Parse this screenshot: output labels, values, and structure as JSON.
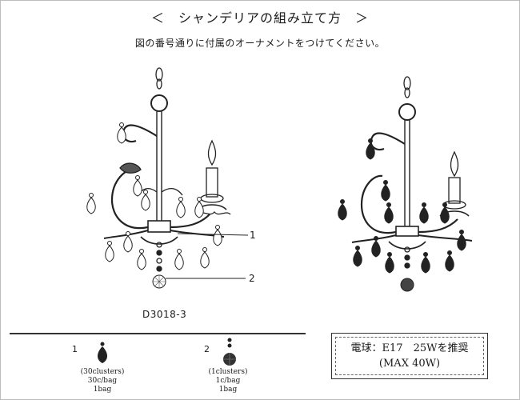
{
  "title": "＜　シャンデリアの組み立て方　＞",
  "subtitle": "図の番号通りに付属のオーナメントをつけてください。",
  "model_number": "D3018-3",
  "callouts": [
    "1",
    "2"
  ],
  "parts": [
    {
      "number": "1",
      "lines": [
        "(30clusters)",
        "30c/bag",
        "1bag"
      ]
    },
    {
      "number": "2",
      "lines": [
        "(1clusters)",
        "1c/bag",
        "1bag"
      ]
    }
  ],
  "spec": {
    "line1": "電球：E17　25Wを推奨",
    "line2": "(MAX 40W)"
  }
}
